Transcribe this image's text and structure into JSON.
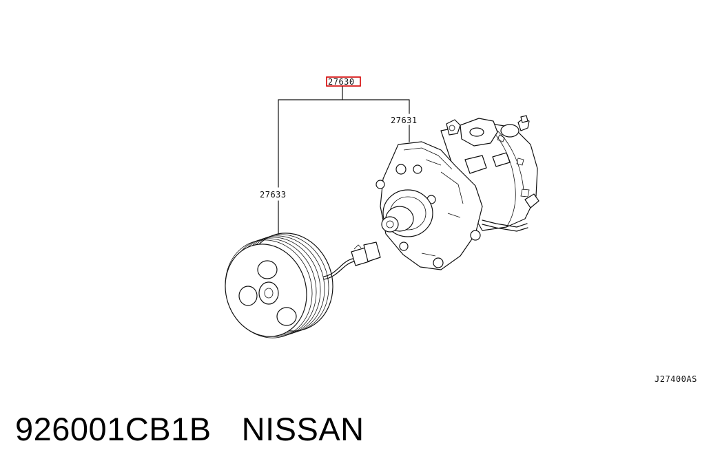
{
  "callouts": {
    "assembly": "27630",
    "compressor": "27631",
    "clutch": "27633"
  },
  "diagram_code": "J27400AS",
  "caption": {
    "part_number": "926001CB1B",
    "brand": "NISSAN"
  },
  "colors": {
    "highlight_box": "#d40000",
    "line": "#111111"
  }
}
